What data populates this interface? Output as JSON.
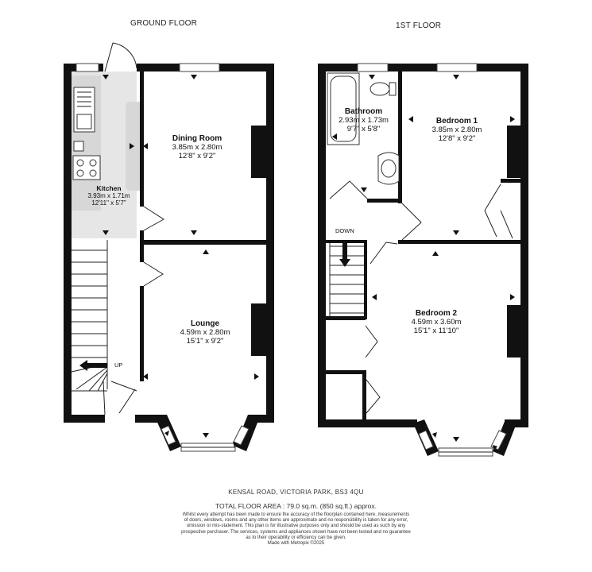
{
  "floors": {
    "ground": {
      "title": "GROUND FLOOR"
    },
    "first": {
      "title": "1ST FLOOR"
    }
  },
  "rooms": {
    "kitchen": {
      "name": "Kitchen",
      "metric": "3.93m  x 1.71m",
      "imperial": "12'11\"  x 5'7\""
    },
    "dining": {
      "name": "Dining Room",
      "metric": "3.85m  x 2.80m",
      "imperial": "12'8\"  x 9'2\""
    },
    "lounge": {
      "name": "Lounge",
      "metric": "4.59m  x 2.80m",
      "imperial": "15'1\"  x 9'2\""
    },
    "bathroom": {
      "name": "Bathroom",
      "metric": "2.93m  x 1.73m",
      "imperial": "9'7\"  x 5'8\""
    },
    "bedroom1": {
      "name": "Bedroom 1",
      "metric": "3.85m  x 2.80m",
      "imperial": "12'8\"  x 9'2\""
    },
    "bedroom2": {
      "name": "Bedroom 2",
      "metric": "4.59m  x 3.60m",
      "imperial": "15'1\"  x 11'10\""
    }
  },
  "stairs": {
    "up": "UP",
    "down": "DOWN"
  },
  "footer": {
    "address": "KENSAL ROAD, VICTORIA PARK, BS3 4QU",
    "total_area": "TOTAL FLOOR AREA : 79.0 sq.m. (850 sq.ft.) approx.",
    "disclaimer": [
      "Whilst every attempt has been made to ensure the accuracy of the floorplan contained here, measurements",
      "of doors, windows, rooms and any other items are approximate and no responsibility is taken for any error,",
      "omission or mis-statement. This plan is for illustrative purposes only and should be used as such by any",
      "prospective purchaser. The services, systems and appliances shown have not been tested and no guarantee",
      "as to their operability or efficiency can be given.",
      "Made with Metropix ©2025"
    ]
  }
}
